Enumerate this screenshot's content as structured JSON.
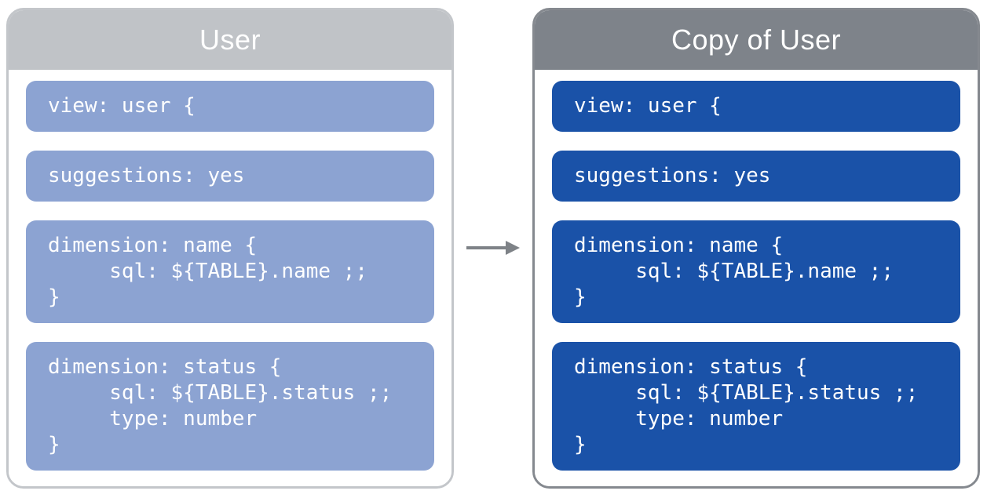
{
  "diagram": {
    "background": "#FFFFFF"
  },
  "arrow": {
    "direction": "right",
    "color": "#7E8287"
  },
  "panels": [
    {
      "id": "user",
      "title": "User",
      "header_color": "#C0C3C7",
      "border_color": "#C3C6CA",
      "block_color": "#8CA3D2",
      "text_color": "#FFFFFF",
      "blocks": [
        {
          "lines": [
            "view: user {"
          ]
        },
        {
          "lines": [
            "suggestions: yes"
          ]
        },
        {
          "lines": [
            "dimension: name {",
            "     sql: ${TABLE}.name ;;",
            "}"
          ]
        },
        {
          "lines": [
            "dimension: status {",
            "     sql: ${TABLE}.status ;;",
            "     type: number",
            "}"
          ]
        }
      ]
    },
    {
      "id": "copy-of-user",
      "title": "Copy of User",
      "header_color": "#7E838A",
      "border_color": "#85898F",
      "block_color": "#1A52A8",
      "text_color": "#FFFFFF",
      "blocks": [
        {
          "lines": [
            "view: user {"
          ]
        },
        {
          "lines": [
            "suggestions: yes"
          ]
        },
        {
          "lines": [
            "dimension: name {",
            "     sql: ${TABLE}.name ;;",
            "}"
          ]
        },
        {
          "lines": [
            "dimension: status {",
            "     sql: ${TABLE}.status ;;",
            "     type: number",
            "}"
          ]
        }
      ]
    }
  ]
}
